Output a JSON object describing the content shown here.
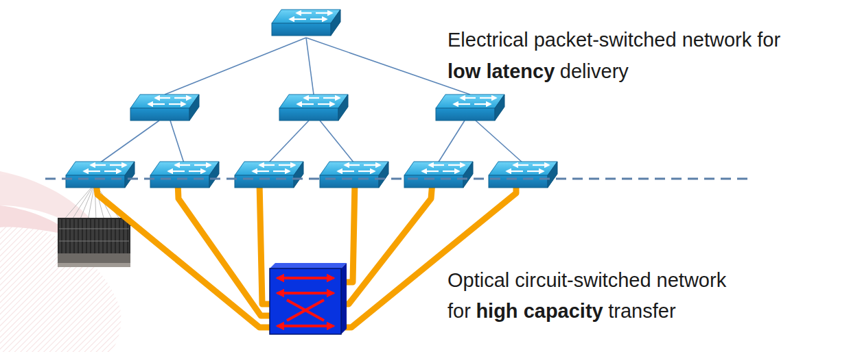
{
  "diagram": {
    "labels": [
      "Electrical packet-switched network for",
      "low latency",
      "delivery",
      "Optical circuit-switched network",
      "for",
      "high capacity",
      "transfer"
    ]
  }
}
